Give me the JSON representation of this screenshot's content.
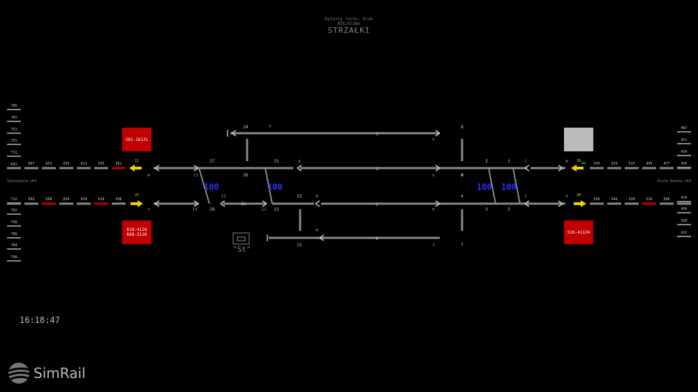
{
  "header": {
    "subtitle": "Dyżurny ruchu: brak",
    "kind": "MIEJSCOWY",
    "name": "STRZAŁKI"
  },
  "directions": {
    "left": "Idzikowice LK4",
    "right": "Biała Rawska LK4"
  },
  "clock": "16:18:47",
  "logo": "SimRail",
  "station_symbol": "\"St\"",
  "signal_boxes": {
    "top_left": [
      "581-16131"
    ],
    "bottom_left": [
      "618-4128",
      "668-3128"
    ],
    "bottom_right": [
      "516-41124"
    ]
  },
  "speed_labels": [
    "100",
    "100",
    "100",
    "100"
  ],
  "left_scale": [
    "785",
    "765",
    "751",
    "731",
    "711",
    "691",
    "712",
    "732",
    "758",
    "766",
    "784",
    "798"
  ],
  "right_scale": [
    "487",
    "421",
    "439",
    "455",
    "476",
    "456",
    "438",
    "422"
  ],
  "block_labels_top_left": [
    "667",
    "653",
    "633",
    "611",
    "595",
    "581"
  ],
  "block_labels_bot_left": [
    "692",
    "668",
    "654",
    "634",
    "618",
    "596"
  ],
  "block_labels_top_right": [
    "543",
    "529",
    "515",
    "499",
    "477"
  ],
  "block_labels_bot_right": [
    "556",
    "544",
    "530",
    "516",
    "500"
  ],
  "track_numbers": [
    "3",
    "1",
    "2",
    "4"
  ],
  "point_labels": [
    "24",
    "27",
    "25",
    "26",
    "13",
    "12",
    "14",
    "28",
    "2a",
    "11",
    "23",
    "22",
    "21",
    "8",
    "6",
    "5",
    "4",
    "1",
    "3",
    "2",
    "7",
    "9"
  ],
  "signal_letters": [
    "P",
    "O",
    "N",
    "M",
    "F",
    "G",
    "H",
    "J",
    "W",
    "Z",
    "B",
    "A"
  ],
  "signal_names": [
    "1I",
    "2I",
    "1B",
    "2B"
  ],
  "route_numbers": [
    "1",
    "2"
  ],
  "colors": {
    "track": "#8a8a8a",
    "red": "#c00000",
    "yellow": "#f0d000",
    "blue": "#2233ff",
    "green": "#00c000"
  }
}
